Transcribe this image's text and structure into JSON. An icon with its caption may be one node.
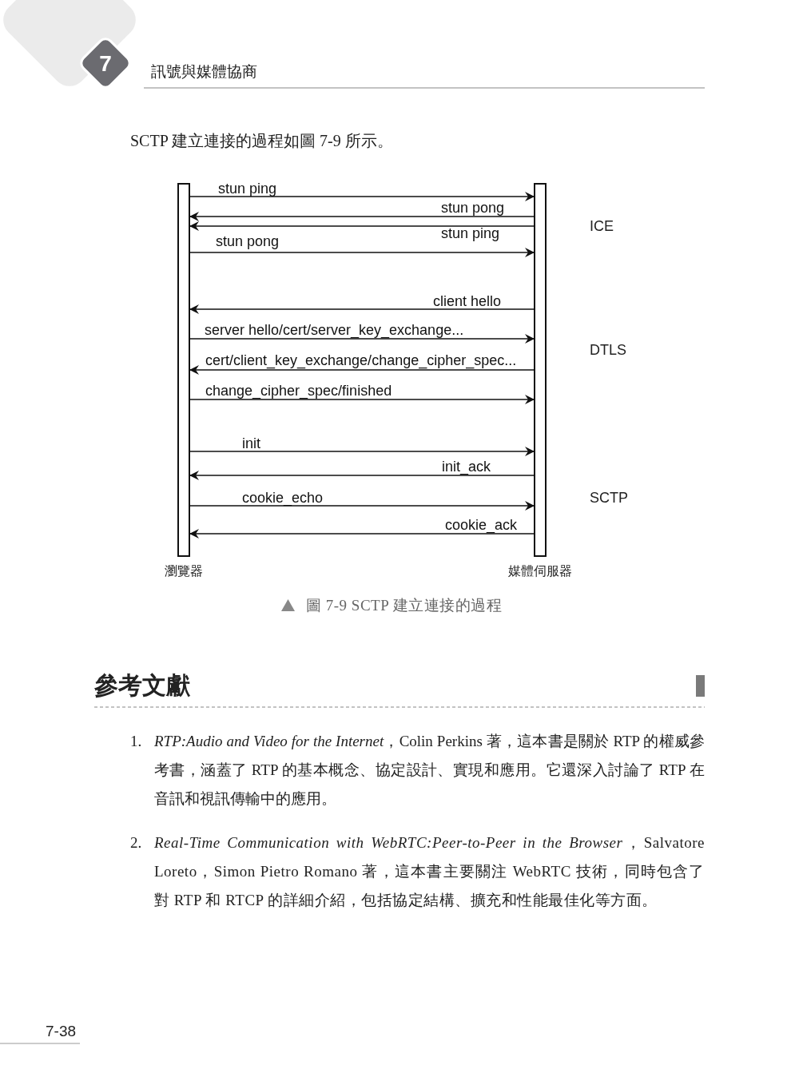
{
  "diagram": {
    "caption": "圖 7-9 SCTP 建立連接的過程",
    "nodes": [
      {
        "text": [
          "瀏覽器"
        ]
      },
      {
        "text": [
          "媒體伺服器"
        ]
      }
    ],
    "edges": [
      {
        "from": 0,
        "to": 1,
        "arrow": "to",
        "label": "stun ping"
      },
      {
        "from": 1,
        "to": 0,
        "arrow": "to",
        "label": "stun pong"
      },
      {
        "from": 1,
        "to": 0,
        "arrow": "to",
        "label": "stun ping"
      },
      {
        "from": 0,
        "to": 1,
        "arrow": "to",
        "label": "stun pong"
      },
      {
        "from": 1,
        "to": 0,
        "arrow": "to",
        "label": "client hello"
      },
      {
        "from": 0,
        "to": 1,
        "arrow": "to",
        "label": "server hello/cert/server_key_exchange..."
      },
      {
        "from": 1,
        "to": 0,
        "arrow": "to",
        "label": "cert/client_key_exchange/change_cipher_spec..."
      },
      {
        "from": 0,
        "to": 1,
        "arrow": "to",
        "label": "change_cipher_spec/finished"
      },
      {
        "from": 0,
        "to": 1,
        "arrow": "to",
        "label": "init"
      },
      {
        "from": 1,
        "to": 0,
        "arrow": "to",
        "label": "init_ack"
      },
      {
        "from": 0,
        "to": 1,
        "arrow": "to",
        "label": "cookie_echo"
      },
      {
        "from": 1,
        "to": 0,
        "arrow": "to",
        "label": "cookie_ack"
      }
    ],
    "labels": [
      "7",
      "訊號與媒體協商",
      "SCTP 建立連接的過程如圖 7-9 所示。",
      "ICE",
      "DTLS",
      "SCTP",
      "參考文獻",
      "1.",
      "*RTP:Audio and Video for the Internet*，Colin Perkins 著，這本書是關於 RTP 的權威參考書，涵蓋了 RTP 的基本概念、協定設計、實現和應用。它還深入討論了 RTP 在音訊和視訊傳輸中的應用。",
      "2.",
      "*Real-Time Communication with WebRTC:Peer-to-Peer in the Browser*，Salvatore Loreto，Simon Pietro Romano 著，這本書主要關注 WebRTC 技術，同時包含了對 RTP 和 RTCP 的詳細介紹，包括協定結構、擴充和性能最佳化等方面。",
      "7-38"
    ]
  }
}
